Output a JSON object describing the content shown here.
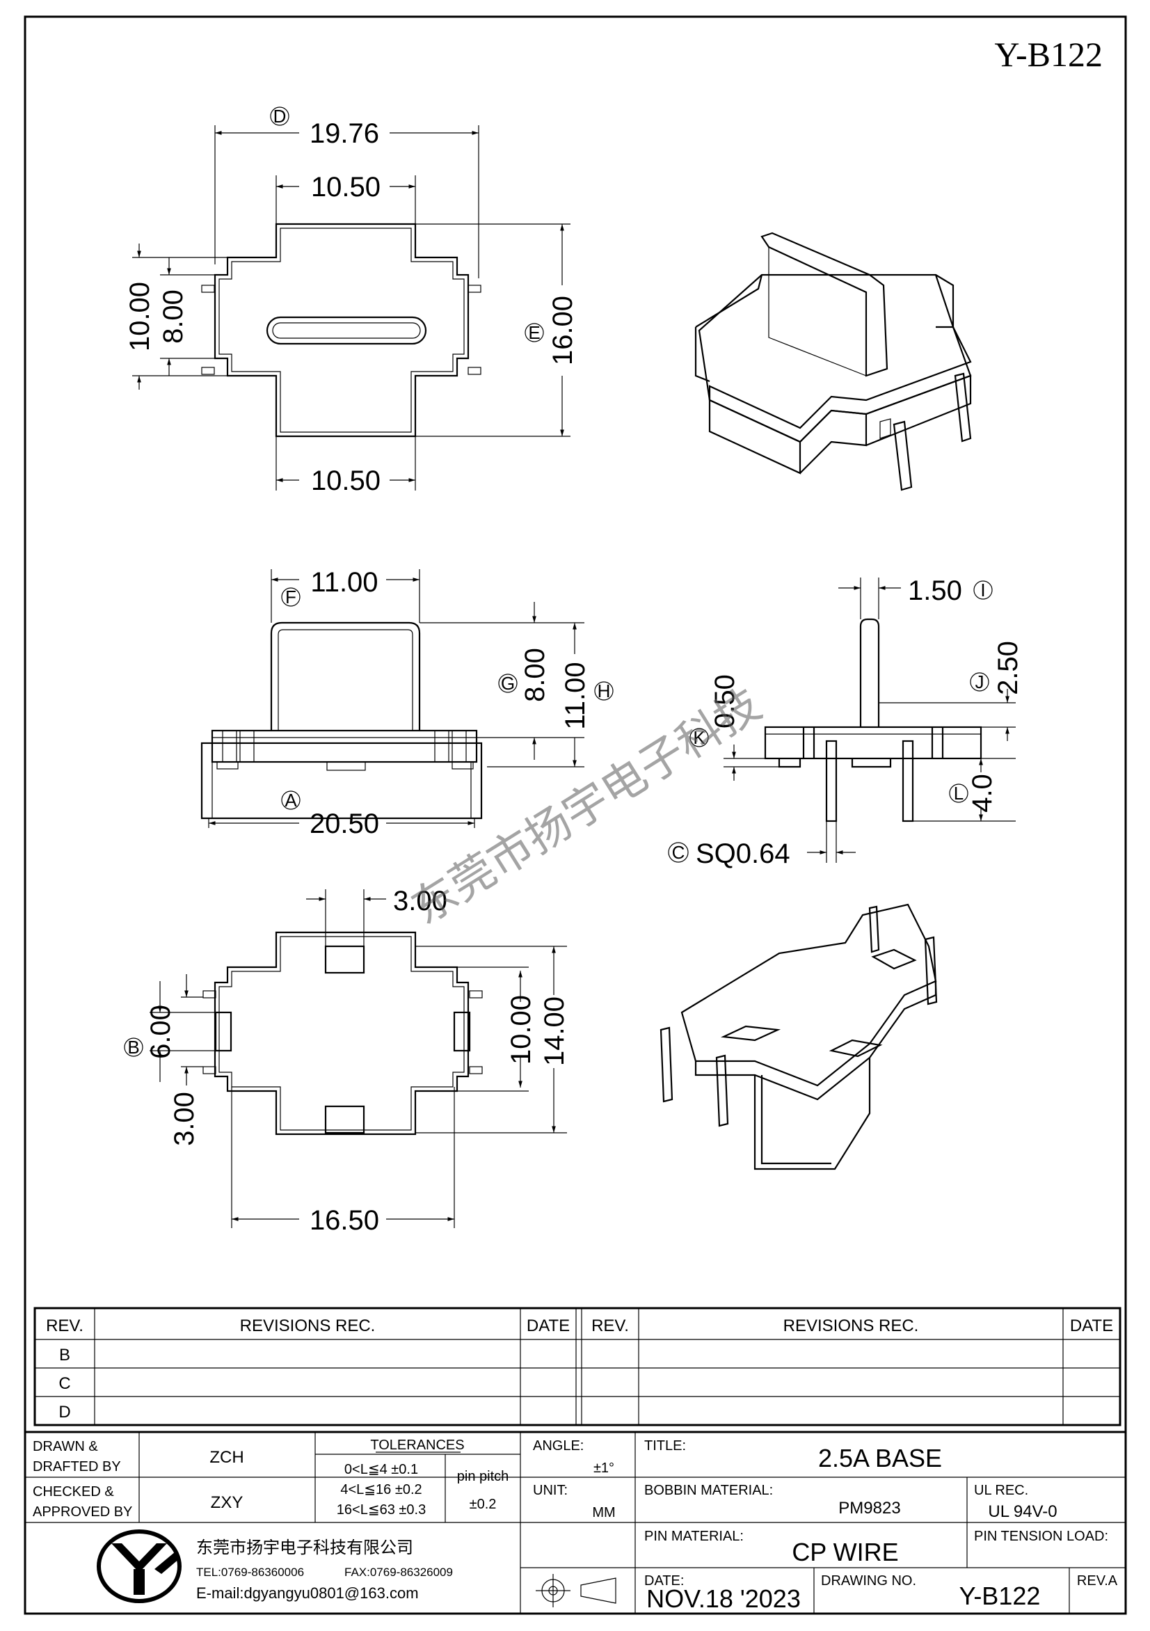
{
  "drawing_code": "Y-B122",
  "dimensions": {
    "top_view": {
      "overall_width": "19.76",
      "top_width": "10.50",
      "bottom_width": "10.50",
      "height": "16.00",
      "outer_pin": "10.00",
      "inner_pin": "8.00"
    },
    "front_view": {
      "top_width": "11.00",
      "wall_height": "8.00",
      "total_height": "11.00",
      "base_width": "20.50"
    },
    "side_view": {
      "pin_width": "1.50",
      "pin_top": "2.50",
      "step": "0.50",
      "pin_below": "4.0",
      "pin_section": "SQ0.64"
    },
    "bottom_view": {
      "slot_width": "3.00",
      "pin_span": "6.00",
      "pin_gap": "3.00",
      "inner_height": "10.00",
      "outer_height": "14.00",
      "width": "16.50"
    }
  },
  "callouts": {
    "a": "A",
    "b": "B",
    "c": "C",
    "d": "D",
    "e": "E",
    "f": "F",
    "g": "G",
    "h": "H",
    "i": "I",
    "j": "J",
    "k": "K",
    "l": "L"
  },
  "watermark": "东莞市扬宇电子科技",
  "revisions": {
    "headers": {
      "rev": "REV.",
      "rec": "REVISIONS   REC.",
      "date": "DATE"
    },
    "rows": [
      "B",
      "C",
      "D"
    ]
  },
  "title_block": {
    "drawn_label_1": "DRAWN &",
    "drawn_label_2": "DRAFTED BY",
    "drawn_value": "ZCH",
    "checked_label_1": "CHECKED &",
    "checked_label_2": "APPROVED BY",
    "checked_value": "ZXY",
    "tolerances_label": "TOLERANCES",
    "tol_1": "0<L≦4   ±0.1",
    "tol_2": "4<L≦16  ±0.2",
    "tol_3": "16<L≦63 ±0.3",
    "pin_pitch_label": "pin  pitch",
    "pin_pitch_value": "±0.2",
    "angle_label": "ANGLE:",
    "angle_value": "±1°",
    "unit_label": "UNIT:",
    "unit_value": "MM",
    "title_label": "TITLE:",
    "title_value": "2.5A  BASE",
    "bobbin_label": "BOBBIN  MATERIAL:",
    "bobbin_value": "PM9823",
    "ul_label": "UL  REC.",
    "ul_value": "UL  94V-0",
    "pin_material_label": "PIN  MATERIAL:",
    "pin_material_value": "CP  WIRE",
    "pin_tension_label": "PIN  TENSION  LOAD:",
    "date_label": "DATE:",
    "date_value": "NOV.18  '2023",
    "drawing_no_label": "DRAWING  NO.",
    "drawing_no_value": "Y-B122",
    "rev_label": "REV.A",
    "company_name": "东莞市扬宇电子科技有限公司",
    "tel": "TEL:0769-86360006",
    "fax": "FAX:0769-86326009",
    "email": "E-mail:dgyangyu0801@163.com"
  }
}
